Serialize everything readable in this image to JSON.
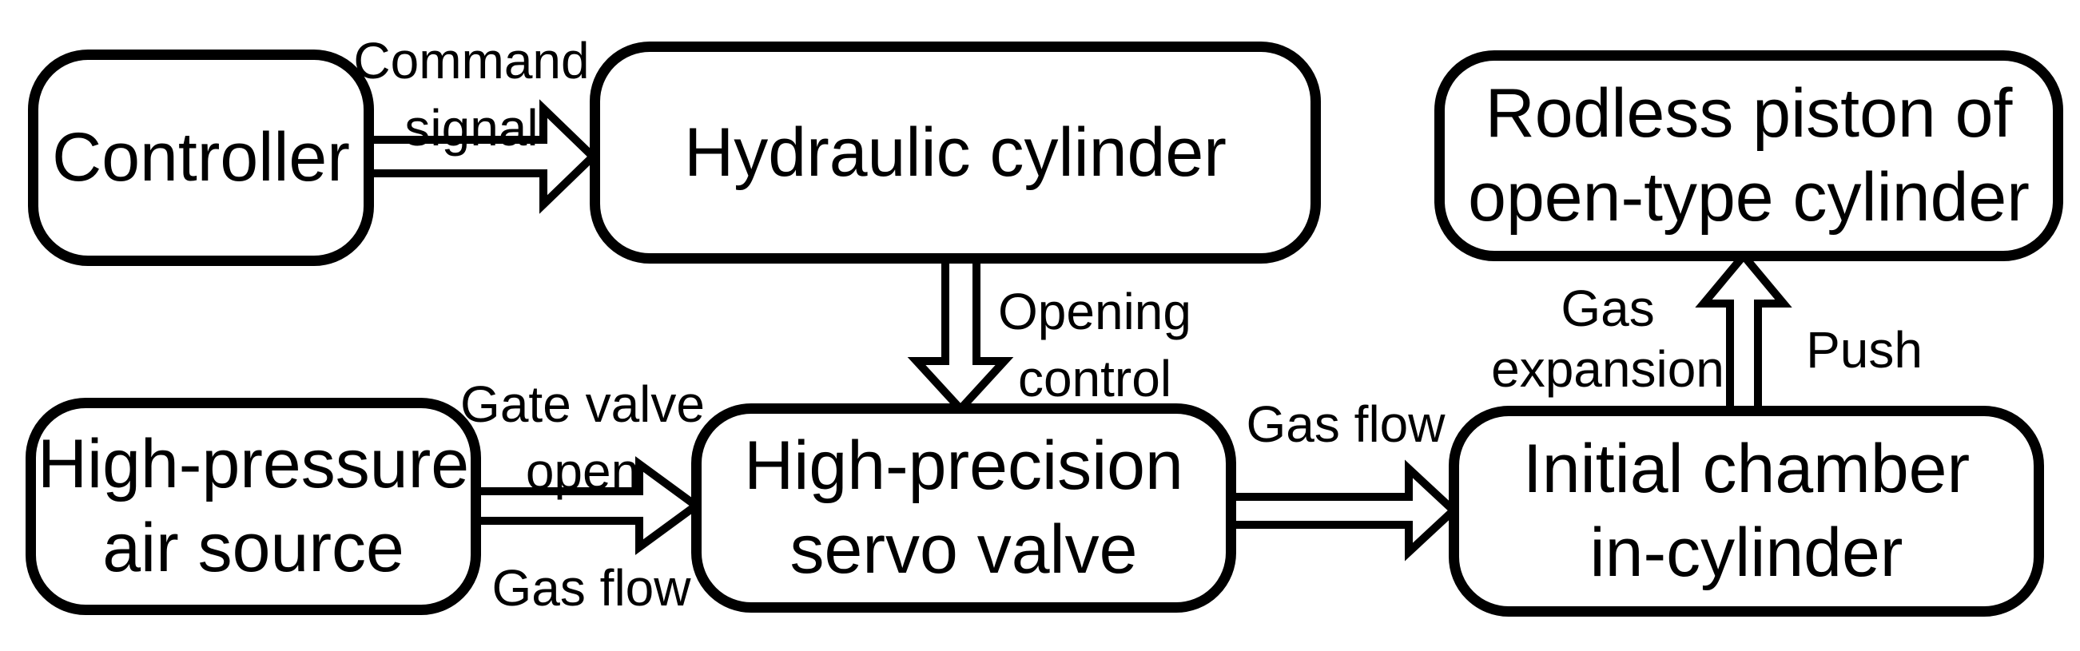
{
  "diagram": {
    "background_color": "#ffffff",
    "stroke_color": "#000000",
    "nodes": {
      "controller": {
        "label": "Controller"
      },
      "hydraulic_cylinder": {
        "label": "Hydraulic cylinder"
      },
      "high_pressure_air_source": {
        "line1": "High-pressure",
        "line2": "air source"
      },
      "high_precision_servo_valve": {
        "line1": "High-precision",
        "line2": "servo valve"
      },
      "initial_chamber_in_cylinder": {
        "line1": "Initial chamber",
        "line2": "in-cylinder"
      },
      "rodless_piston": {
        "line1": "Rodless piston of",
        "line2": "open-type cylinder"
      }
    },
    "arrow_labels": {
      "command_signal": {
        "line1": "Command",
        "line2": "signal"
      },
      "opening_control": {
        "line1": "Opening",
        "line2": "control"
      },
      "gate_valve_open": {
        "line1": "Gate valve",
        "line2": "open"
      },
      "gas_flow_lower": {
        "label": "Gas flow"
      },
      "gas_flow_right": {
        "label": "Gas flow"
      },
      "gas_expansion": {
        "line1": "Gas",
        "line2": "expansion"
      },
      "push": {
        "label": "Push"
      }
    }
  }
}
